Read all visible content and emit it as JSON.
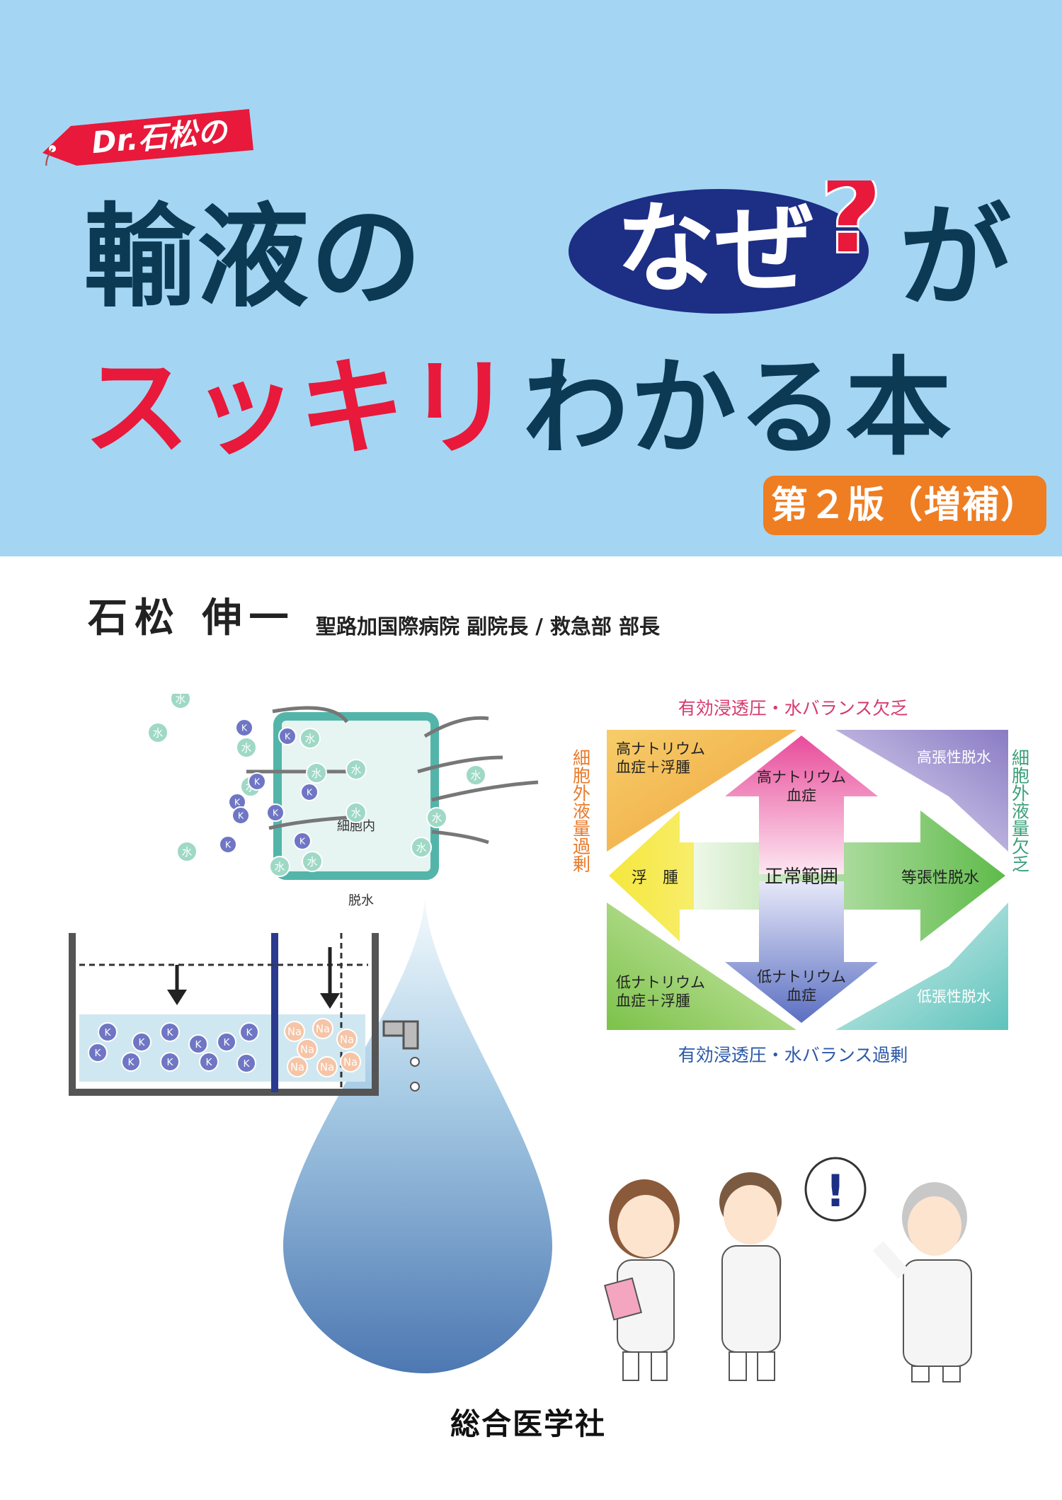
{
  "cover": {
    "tag_text": "Dr.石松の",
    "title_line1_a": "輸液の",
    "title_line1_highlight": "なぜ",
    "title_line1_mark": "?",
    "title_line1_b": "が",
    "title_line2_red": "スッキリ",
    "title_line2_rest": "わかる本",
    "edition": "第２版（増補）",
    "author_name": "石松 伸一",
    "author_affiliation": "聖路加国際病院 副院長 / 救急部 部長",
    "publisher": "総合医学社"
  },
  "cell_figure": {
    "water": "水",
    "potassium": "K",
    "sodium": "Na",
    "inside_label": "細胞内",
    "caption": "脱水"
  },
  "balance_diagram": {
    "top_label": "有効浸透圧・水バランス欠乏",
    "bottom_label": "有効浸透圧・水バランス過剰",
    "left_label": "細胞外液量過剰",
    "right_label": "細胞外液量欠乏",
    "center": "正常範囲",
    "up_arrow_l1": "高ナトリウム",
    "up_arrow_l2": "血症",
    "down_arrow_l1": "低ナトリウム",
    "down_arrow_l2": "血症",
    "left_arrow": "浮　腫",
    "right_arrow": "等張性脱水",
    "top_left_l1": "高ナトリウム",
    "top_left_l2": "血症＋浮腫",
    "bottom_left_l1": "低ナトリウム",
    "bottom_left_l2": "血症＋浮腫",
    "top_right": "高張性脱水",
    "bottom_right": "低張性脱水"
  },
  "characters": {
    "exclamation": "!"
  },
  "colors": {
    "header_bg": "#a4d6f3",
    "title_navy": "#0c3a55",
    "title_red": "#e8193a",
    "edition_orange": "#ef7d22",
    "naze_oval": "#1d2e85"
  }
}
